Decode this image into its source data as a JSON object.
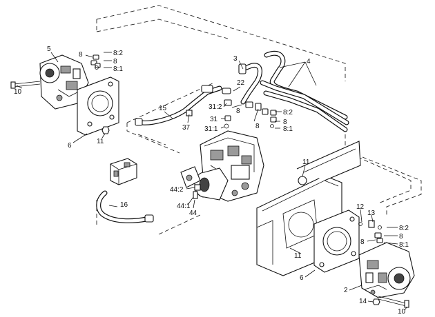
{
  "callouts": [
    {
      "id": "c5",
      "text": "5"
    },
    {
      "id": "c8a",
      "text": "8"
    },
    {
      "id": "c8-2a",
      "text": "8:2"
    },
    {
      "id": "c8b",
      "text": "8"
    },
    {
      "id": "c8-1a",
      "text": "8:1"
    },
    {
      "id": "c10a",
      "text": "10"
    },
    {
      "id": "c6a",
      "text": "6"
    },
    {
      "id": "c11a",
      "text": "11"
    },
    {
      "id": "c3",
      "text": "3"
    },
    {
      "id": "c4",
      "text": "4"
    },
    {
      "id": "c22",
      "text": "22"
    },
    {
      "id": "c15",
      "text": "15"
    },
    {
      "id": "c31-2",
      "text": "31:2"
    },
    {
      "id": "c8c",
      "text": "8"
    },
    {
      "id": "c8-2b",
      "text": "8:2"
    },
    {
      "id": "c31",
      "text": "31"
    },
    {
      "id": "c8d",
      "text": "8"
    },
    {
      "id": "c8e",
      "text": "8"
    },
    {
      "id": "c37",
      "text": "37"
    },
    {
      "id": "c31-1",
      "text": "31:1"
    },
    {
      "id": "c8-1b",
      "text": "8:1"
    },
    {
      "id": "c11b",
      "text": "11"
    },
    {
      "id": "c44-2",
      "text": "44:2"
    },
    {
      "id": "c16",
      "text": "16"
    },
    {
      "id": "c44-1",
      "text": "44:1"
    },
    {
      "id": "c44",
      "text": "44"
    },
    {
      "id": "c12",
      "text": "12"
    },
    {
      "id": "c13",
      "text": "13"
    },
    {
      "id": "c8-2c",
      "text": "8:2"
    },
    {
      "id": "c8f",
      "text": "8"
    },
    {
      "id": "c8g",
      "text": "8"
    },
    {
      "id": "c8-1c",
      "text": "8:1"
    },
    {
      "id": "c11c",
      "text": "11"
    },
    {
      "id": "c6b",
      "text": "6"
    },
    {
      "id": "c2",
      "text": "2"
    },
    {
      "id": "c14",
      "text": "14"
    },
    {
      "id": "c10b",
      "text": "10"
    }
  ]
}
